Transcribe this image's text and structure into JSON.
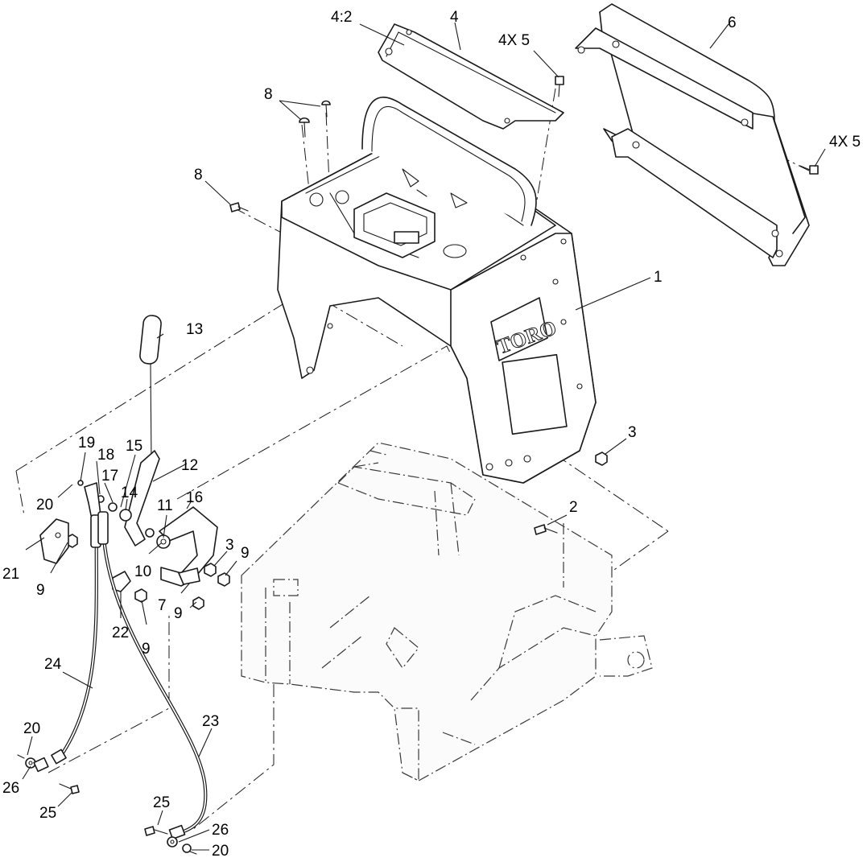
{
  "diagram": {
    "brand_label": "TORO",
    "callouts": [
      {
        "id": "c1",
        "text": "1"
      },
      {
        "id": "c2",
        "text": "2"
      },
      {
        "id": "c3a",
        "text": "3"
      },
      {
        "id": "c3b",
        "text": "3"
      },
      {
        "id": "c4",
        "text": "4"
      },
      {
        "id": "c4-2",
        "text": "4:2"
      },
      {
        "id": "c4x5a",
        "text": "4X 5"
      },
      {
        "id": "c4x5b",
        "text": "4X 5"
      },
      {
        "id": "c6",
        "text": "6"
      },
      {
        "id": "c7",
        "text": "7"
      },
      {
        "id": "c8a",
        "text": "8"
      },
      {
        "id": "c8b",
        "text": "8"
      },
      {
        "id": "c9a",
        "text": "9"
      },
      {
        "id": "c9b",
        "text": "9"
      },
      {
        "id": "c9c",
        "text": "9"
      },
      {
        "id": "c9d",
        "text": "9"
      },
      {
        "id": "c10",
        "text": "10"
      },
      {
        "id": "c11",
        "text": "11"
      },
      {
        "id": "c12",
        "text": "12"
      },
      {
        "id": "c13",
        "text": "13"
      },
      {
        "id": "c14",
        "text": "14"
      },
      {
        "id": "c15",
        "text": "15"
      },
      {
        "id": "c16",
        "text": "16"
      },
      {
        "id": "c17",
        "text": "17"
      },
      {
        "id": "c18",
        "text": "18"
      },
      {
        "id": "c19",
        "text": "19"
      },
      {
        "id": "c20a",
        "text": "20"
      },
      {
        "id": "c20b",
        "text": "20"
      },
      {
        "id": "c20c",
        "text": "20"
      },
      {
        "id": "c21",
        "text": "21"
      },
      {
        "id": "c22",
        "text": "22"
      },
      {
        "id": "c23",
        "text": "23"
      },
      {
        "id": "c24",
        "text": "24"
      },
      {
        "id": "c25a",
        "text": "25"
      },
      {
        "id": "c25b",
        "text": "25"
      },
      {
        "id": "c26a",
        "text": "26"
      },
      {
        "id": "c26b",
        "text": "26"
      }
    ]
  }
}
